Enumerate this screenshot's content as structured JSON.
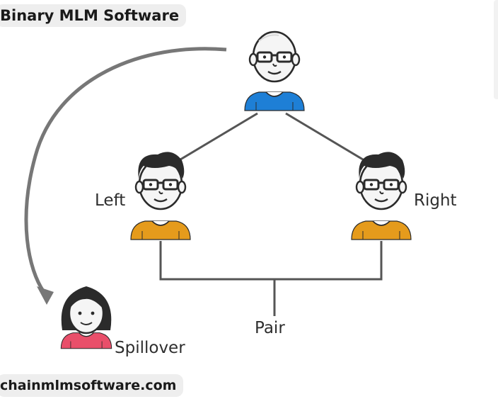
{
  "header": {
    "title": "Binary MLM Software"
  },
  "footer": {
    "url": "chainmlmsoftware.com"
  },
  "diagram": {
    "labels": {
      "left": "Left",
      "right": "Right",
      "pair": "Pair",
      "spillover": "Spillover"
    }
  },
  "colors": {
    "top_shirt": "#1e7fd6",
    "child_shirt": "#e59b1c",
    "spillover_shirt": "#e94f6a",
    "line": "#555555",
    "hair": "#2b2b2b",
    "skin": "#f4f4f4"
  },
  "icons": [
    "bald-man-icon",
    "man-icon",
    "woman-icon",
    "curved-arrow-icon"
  ]
}
